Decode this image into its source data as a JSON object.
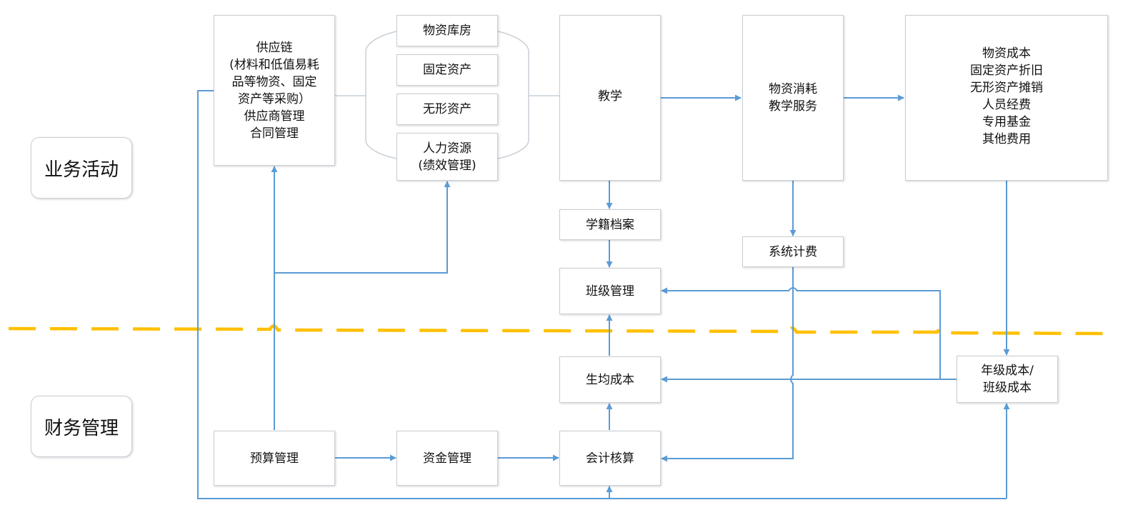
{
  "sections": {
    "business": "业务活动",
    "finance": "财务管理"
  },
  "boxes": {
    "supply_chain": [
      "供应链",
      "(材料和低值易耗",
      "品等物资、固定",
      "资产等采购）",
      "供应商管理",
      "合同管理"
    ],
    "warehouse": "物资库房",
    "fixed_assets": "固定资产",
    "intangible_assets": "无形资产",
    "hr": [
      "人力资源",
      "(绩效管理)"
    ],
    "teaching": "教学",
    "consumption": [
      "物资消耗",
      "教学服务"
    ],
    "costs": [
      "物资成本",
      "固定资产折旧",
      "无形资产摊销",
      "人员经费",
      "专用基金",
      "其他费用"
    ],
    "student_records": "学籍档案",
    "class_management": "班级管理",
    "system_billing": "系统计费",
    "per_student_cost": "生均成本",
    "grade_cost": [
      "年级成本/",
      "班级成本"
    ],
    "budget": "预算管理",
    "funds": "资金管理",
    "accounting": "会计核算"
  },
  "colors": {
    "arrow": "#5b9bd5",
    "divider": "#ffc000",
    "box_border": "#c9cfd6",
    "connector": "#c9cfd6"
  }
}
